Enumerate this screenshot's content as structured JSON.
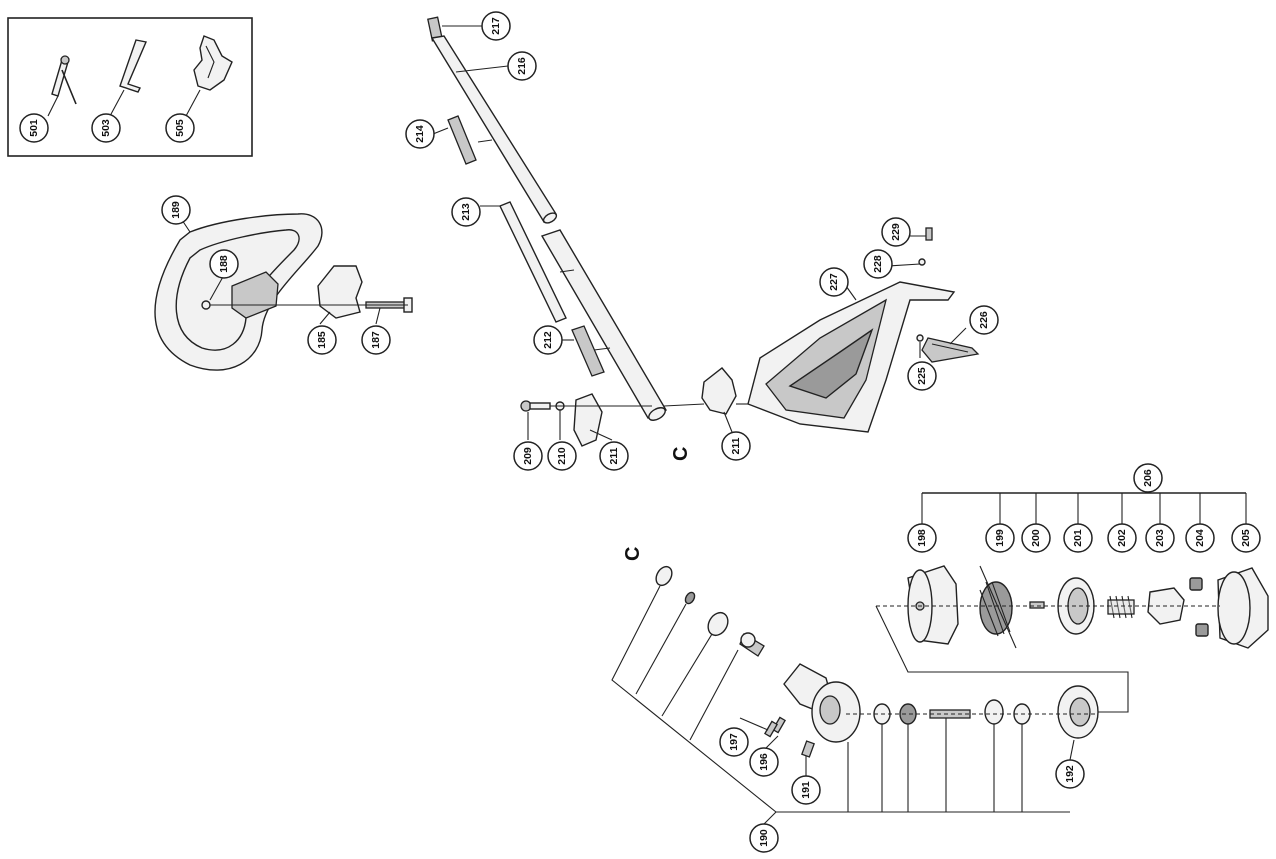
{
  "callouts": {
    "c501": "501",
    "c503": "503",
    "c505": "505",
    "c189": "189",
    "c188": "188",
    "c185": "185",
    "c187": "187",
    "c217": "217",
    "c216": "216",
    "c214": "214",
    "c213": "213",
    "c212": "212",
    "c209": "209",
    "c210": "210",
    "c211a": "211",
    "c211b": "211",
    "c229": "229",
    "c228": "228",
    "c227": "227",
    "c226": "226",
    "c225": "225",
    "c206": "206",
    "c198": "198",
    "c199": "199",
    "c200": "200",
    "c201": "201",
    "c202": "202",
    "c203": "203",
    "c204": "204",
    "c205": "205",
    "c197": "197",
    "c196": "196",
    "c191": "191",
    "c190": "190",
    "c192": "192"
  },
  "letters": {
    "top": "C",
    "bottom": "C"
  }
}
